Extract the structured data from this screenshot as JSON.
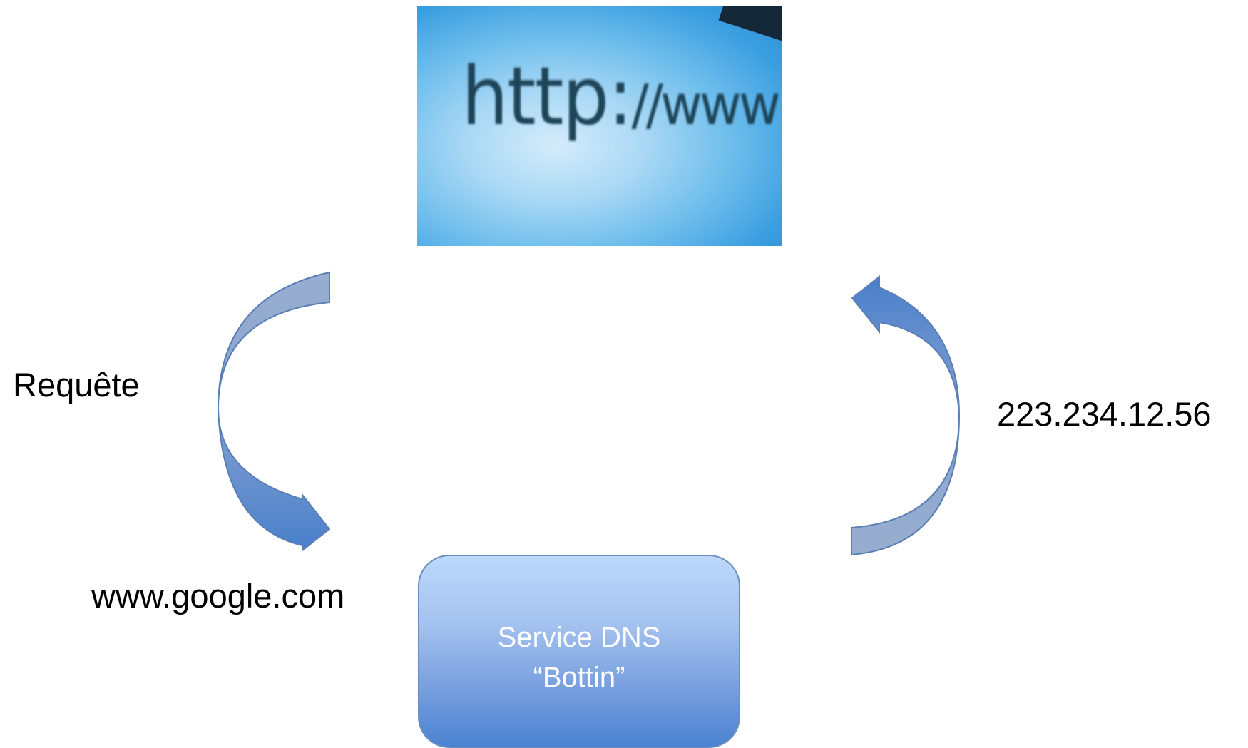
{
  "photo": {
    "url_main": "http:",
    "url_tail": "//www"
  },
  "labels": {
    "request": "Requête",
    "ip_address": "223.234.12.56",
    "domain": "www.google.com"
  },
  "dns_box": {
    "line1": "Service DNS",
    "line2": "“Bottin”"
  },
  "colors": {
    "arrow_fill_top": "#98aed0",
    "arrow_fill_bottom": "#4a7fcc",
    "arrow_stroke": "#5a7fb6",
    "box_top": "#bcd8fb",
    "box_bottom": "#4b82d2"
  }
}
